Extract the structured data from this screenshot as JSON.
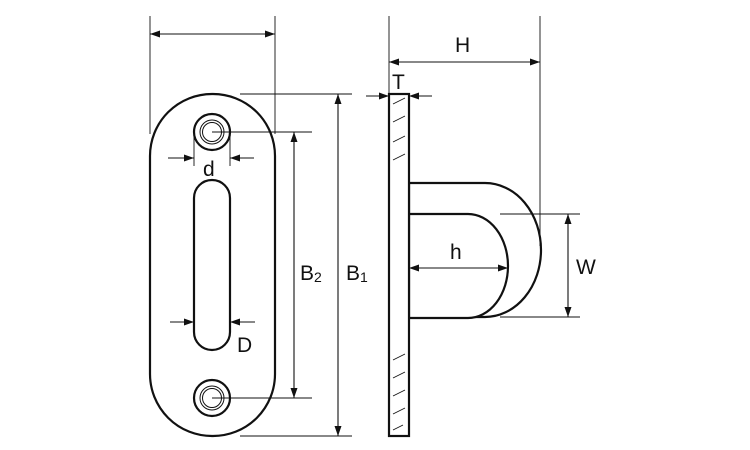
{
  "labels": {
    "H": "H",
    "T": "T",
    "d": "d",
    "D": "D",
    "h": "h",
    "W": "W",
    "B2_main": "B",
    "B2_sub": "2",
    "B1_main": "B",
    "B1_sub": "1"
  },
  "colors": {
    "line": "#111111",
    "background": "#ffffff"
  }
}
